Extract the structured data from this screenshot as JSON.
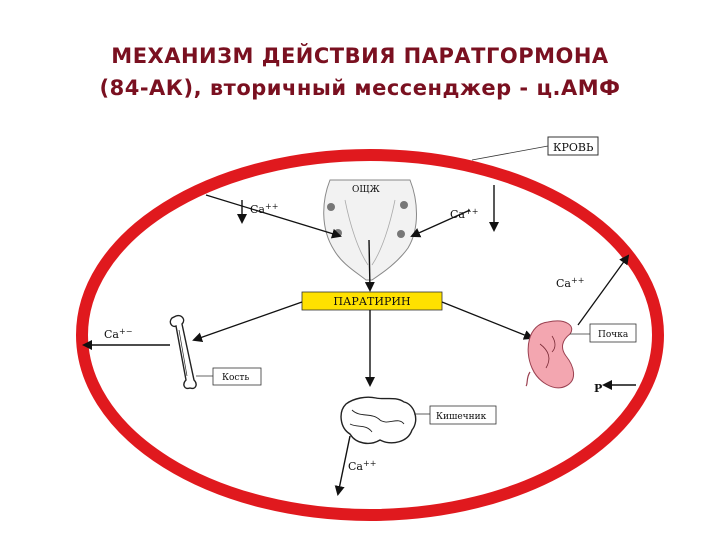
{
  "title": {
    "line1": "МЕХАНИЗМ ДЕЙСТВИЯ ПАРАТГОРМОНА",
    "line2": "(84-АК), вторичный мессенджер - ц.АМФ"
  },
  "diagram": {
    "blood_label": "КРОВЬ",
    "gland_label": "ОЩЖ",
    "hormone_label": "ПАРАТИРИН",
    "kidney_label": "Почка",
    "bone_label": "Кость",
    "intestine_label": "Кишечник",
    "ca_base": "Ca",
    "ca_charge": "++",
    "ca_charge_minus": "+−",
    "phosphate_label": "P",
    "colors": {
      "ellipse": "#e0191e",
      "hormone_box": "#ffe100",
      "kidney": "#f3a6b0",
      "arrow": "#111111"
    }
  }
}
